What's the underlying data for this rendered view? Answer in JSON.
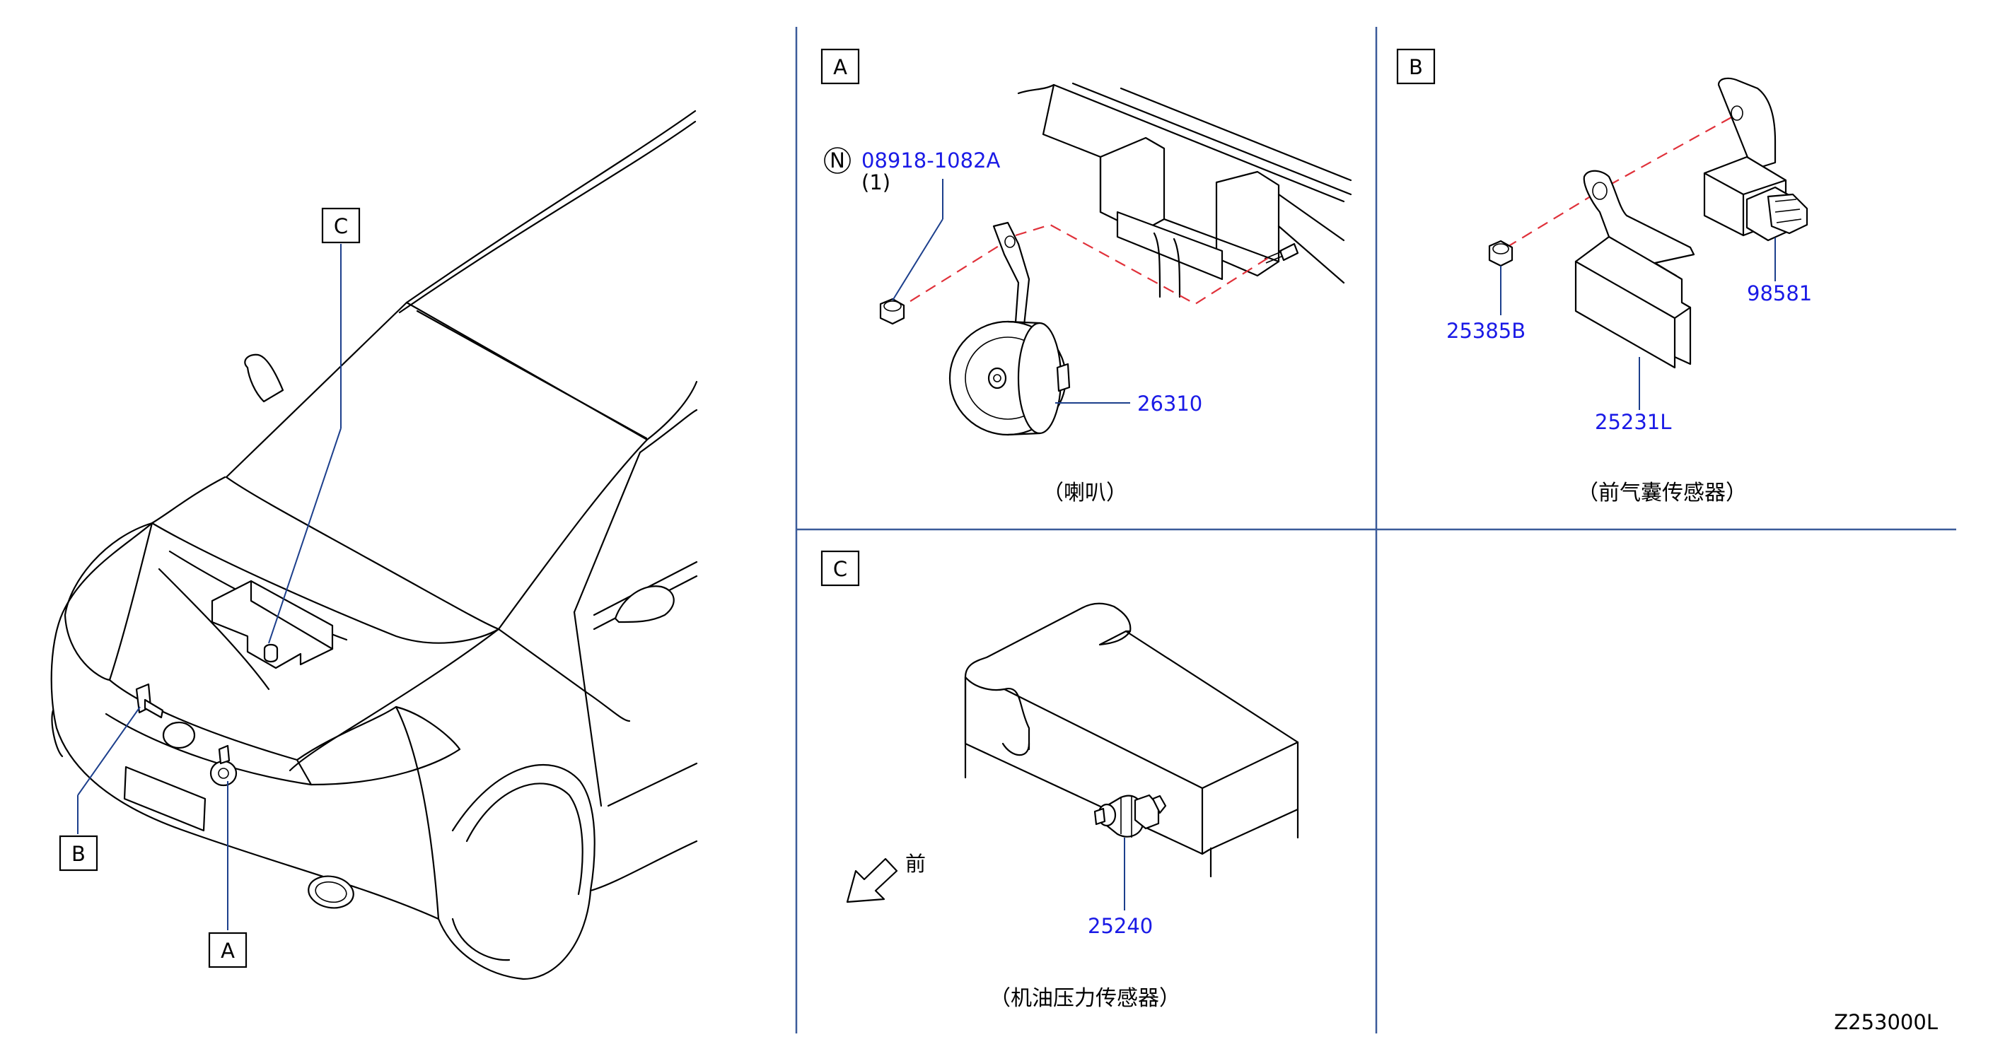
{
  "callouts": {
    "A": "A",
    "B": "B",
    "C": "C"
  },
  "parts": {
    "nut_symbol": "N",
    "nut_part": "08918-1082A",
    "nut_qty": "(1)",
    "horn": "26310",
    "bracket_nut": "25385B",
    "sensor_bracket": "25231L",
    "airbag_sensor": "98581",
    "oil_pressure_switch": "25240"
  },
  "captions": {
    "A": "（喇叭）",
    "B": "（前气囊传感器）",
    "C": "（机油压力传感器）"
  },
  "front_label": "前",
  "drawing_id": "Z253000L",
  "colors": {
    "part_number": "#1a1ae6",
    "leader": "#1c3f8c",
    "divider": "#3b5b9a",
    "dashed_alignment": "#e0313a"
  }
}
